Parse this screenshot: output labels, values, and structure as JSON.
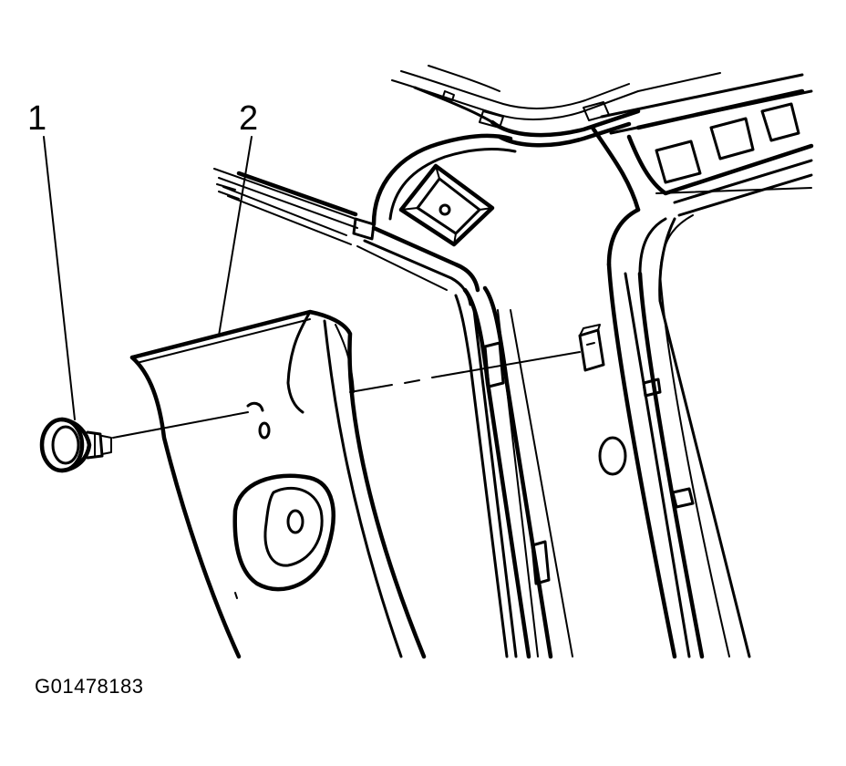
{
  "callouts": [
    {
      "id": "1",
      "label": "1"
    },
    {
      "id": "2",
      "label": "2"
    }
  ],
  "figure_id": "G01478183",
  "colors": {
    "ink": "#000000",
    "background": "#ffffff"
  }
}
